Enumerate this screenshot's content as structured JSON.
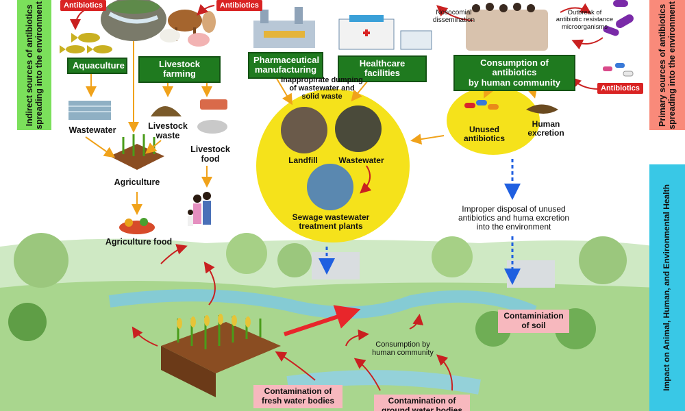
{
  "tags": {
    "antibiotics_1": "Antibiotics",
    "antibiotics_2": "Antibiotics",
    "antibiotics_3": "Antibiotics"
  },
  "boxes": {
    "aquaculture": "Aquaculture",
    "livestock_farming": "Livestock farming",
    "pharma_1": "Pharmaceutical",
    "pharma_2": "manufacturing",
    "healthcare": "Healthcare facilities",
    "consumption_1": "Consumption of antibiotics",
    "consumption_2": "by human community"
  },
  "labels": {
    "wastewater_left": "Wastewater",
    "livestock_waste_1": "Livestock",
    "livestock_waste_2": "waste",
    "livestock_food_1": "Livestock",
    "livestock_food_2": "food",
    "agriculture": "Agriculture",
    "agriculture_food": "Agriculture food",
    "dumping_1": "Inappropirate dumping",
    "dumping_2": "of wastewater and",
    "dumping_3": "solid waste",
    "landfill": "Landfill",
    "wastewater_center": "Wastewater",
    "sewage_1": "Sewage wastewater",
    "sewage_2": "treatment plants",
    "unused_1": "Unused",
    "unused_2": "antibiotics",
    "excretion_1": "Human",
    "excretion_2": "excretion",
    "nosocomial_1": "Nosocomial",
    "nosocomial_2": "dissemination",
    "outbreak_1": "Outbreak of",
    "outbreak_2": "antibiotic resistance",
    "outbreak_3": "microorganisms",
    "improper_1": "Improper disposal of unused",
    "improper_2": "antibiotics and huma excretion",
    "improper_3": "into the environment",
    "consumption_human_1": "Consumption by",
    "consumption_human_2": "human community"
  },
  "pink": {
    "soil_1": "Contaminiation",
    "soil_2": "of soil",
    "fresh_1": "Contamination of",
    "fresh_2": "fresh water bodies",
    "ground_1": "Contamination of",
    "ground_2": "ground water bodies"
  },
  "side": {
    "left_1": "Indirect sources of antibiotics",
    "left_2": "spreading into the environment",
    "right_top_1": "Primary sources of antibiotics",
    "right_top_2": "spreading into the environment",
    "right_bottom": "Impact on Animal, Human, and Environmental Health"
  },
  "colors": {
    "green_box": "#1f7a1f",
    "red_tag": "#d92323",
    "pink_box": "#f7b8be",
    "yellow_circle": "#f5e21b",
    "side_green": "#7be05b",
    "side_salmon": "#f98a7a",
    "side_cyan": "#39c8e6",
    "arrow_orange": "#f0a21a",
    "arrow_red": "#c92020",
    "arrow_blue": "#1f5fe0"
  }
}
